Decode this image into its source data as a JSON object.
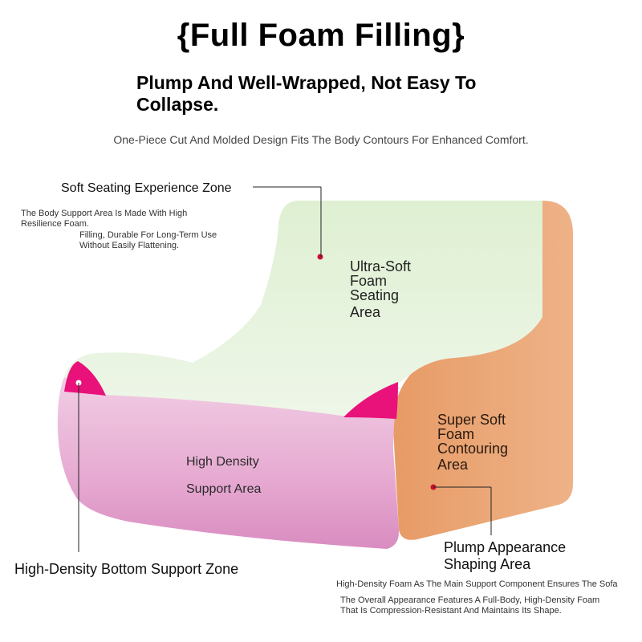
{
  "header": {
    "title": "{Full Foam Filling}",
    "subtitle": "Plump And Well-Wrapped, Not Easy To Collapse.",
    "tagline": "One-Piece Cut And Molded Design Fits The Body Contours For Enhanced Comfort."
  },
  "callouts": {
    "soft_seating": {
      "title": "Soft Seating Experience Zone",
      "desc_line1": "The Body Support Area Is Made With High",
      "desc_line2": "Resilience Foam.",
      "desc_line3": "Filling, Durable For Long-Term Use",
      "desc_line4": "Without Easily Flattening."
    },
    "bottom_support": {
      "title": "High-Density Bottom Support Zone"
    },
    "plump_appearance": {
      "title_line1": "Plump Appearance",
      "title_line2": "Shaping Area",
      "desc_line1": "High-Density Foam As The Main Support Component Ensures The Sofa",
      "desc_line2": "The Overall Appearance Features A Full-Body, High-Density Foam",
      "desc_line3": "That Is Compression-Resistant And Maintains Its Shape."
    }
  },
  "areas": {
    "ultra_soft": [
      "Ultra-Soft",
      "Foam",
      "Seating",
      "Area"
    ],
    "high_density": [
      "High Density",
      "Support Area"
    ],
    "super_soft": [
      "Super Soft",
      "Foam",
      "Contouring",
      "Area"
    ]
  },
  "colors": {
    "seat_green": "#e6f2dc",
    "side_orange": "#e9a678",
    "base_pink": "#e8b2d6",
    "accent_magenta": "#e8127a",
    "marker_red": "#c8102e"
  }
}
